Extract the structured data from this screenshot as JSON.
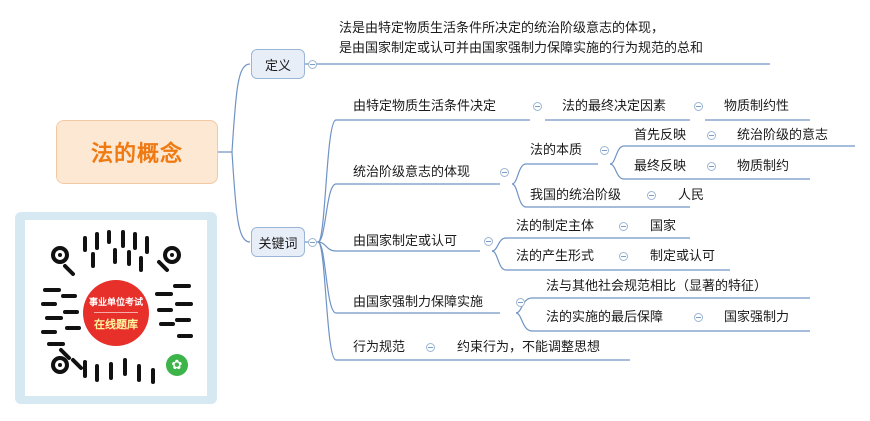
{
  "root": {
    "label": "法的概念"
  },
  "definition": {
    "label": "定义",
    "line1": "法是由特定物质生活条件所决定的统治阶级意志的体现，",
    "line2": "是由国家制定或认可并由国家强制力保障实施的行为规范的总和"
  },
  "keywords": {
    "label": "关键词",
    "k1": {
      "label": "由特定物质生活条件决定",
      "c1": "法的最终决定因素",
      "c2": "物质制约性"
    },
    "k2": {
      "label": "统治阶级意志的体现",
      "essence": "法的本质",
      "e1": {
        "label": "首先反映",
        "value": "统治阶级的意志"
      },
      "e2": {
        "label": "最终反映",
        "value": "物质制约"
      },
      "ruling": {
        "label": "我国的统治阶级",
        "value": "人民"
      }
    },
    "k3": {
      "label": "由国家制定或认可",
      "s1": {
        "label": "法的制定主体",
        "value": "国家"
      },
      "s2": {
        "label": "法的产生形式",
        "value": "制定或认可"
      }
    },
    "k4": {
      "label": "由国家强制力保障实施",
      "f1": "法与其他社会规范相比（显著的特征）",
      "f2": {
        "label": "法的实施的最后保障",
        "value": "国家强制力"
      }
    },
    "k5": {
      "label": "行为规范",
      "value": "约束行为，不能调整思想"
    }
  },
  "qr": {
    "line1": "事业单位考试",
    "line2": "在线题库"
  },
  "colors": {
    "root_text": "#f07a12",
    "root_bg": "#fde8d4",
    "line": "#6f93c4",
    "qr_badge": "#e7302a"
  }
}
